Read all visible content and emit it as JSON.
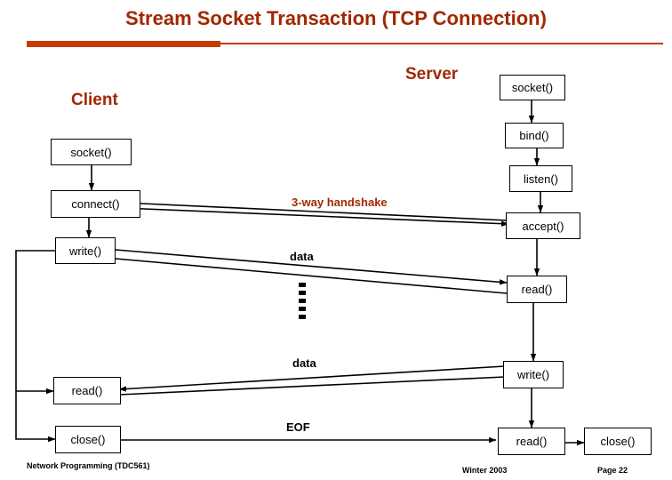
{
  "slide": {
    "title": "Stream Socket Transaction (TCP Connection)",
    "headers": {
      "client": "Client",
      "server": "Server"
    },
    "client_boxes": [
      {
        "label": "socket()"
      },
      {
        "label": "connect()"
      },
      {
        "label": "write()"
      },
      {
        "label": "read()"
      },
      {
        "label": "close()"
      }
    ],
    "server_boxes": [
      {
        "label": "socket()"
      },
      {
        "label": "bind()"
      },
      {
        "label": "listen()"
      },
      {
        "label": "accept()"
      },
      {
        "label": "read()"
      },
      {
        "label": "write()"
      },
      {
        "label": "read()"
      },
      {
        "label": "close()"
      }
    ],
    "annotations": [
      {
        "label": "3-way handshake"
      },
      {
        "label": "data"
      },
      {
        "label": "data"
      },
      {
        "label": "EOF"
      }
    ],
    "footer": {
      "left": "Network Programming (TDC561)",
      "middle": "Winter 2003",
      "right": "Page 22"
    },
    "colors": {
      "title": "#a02800",
      "rule": "#c63c00",
      "ink": "#000000",
      "background": "#ffffff"
    }
  }
}
